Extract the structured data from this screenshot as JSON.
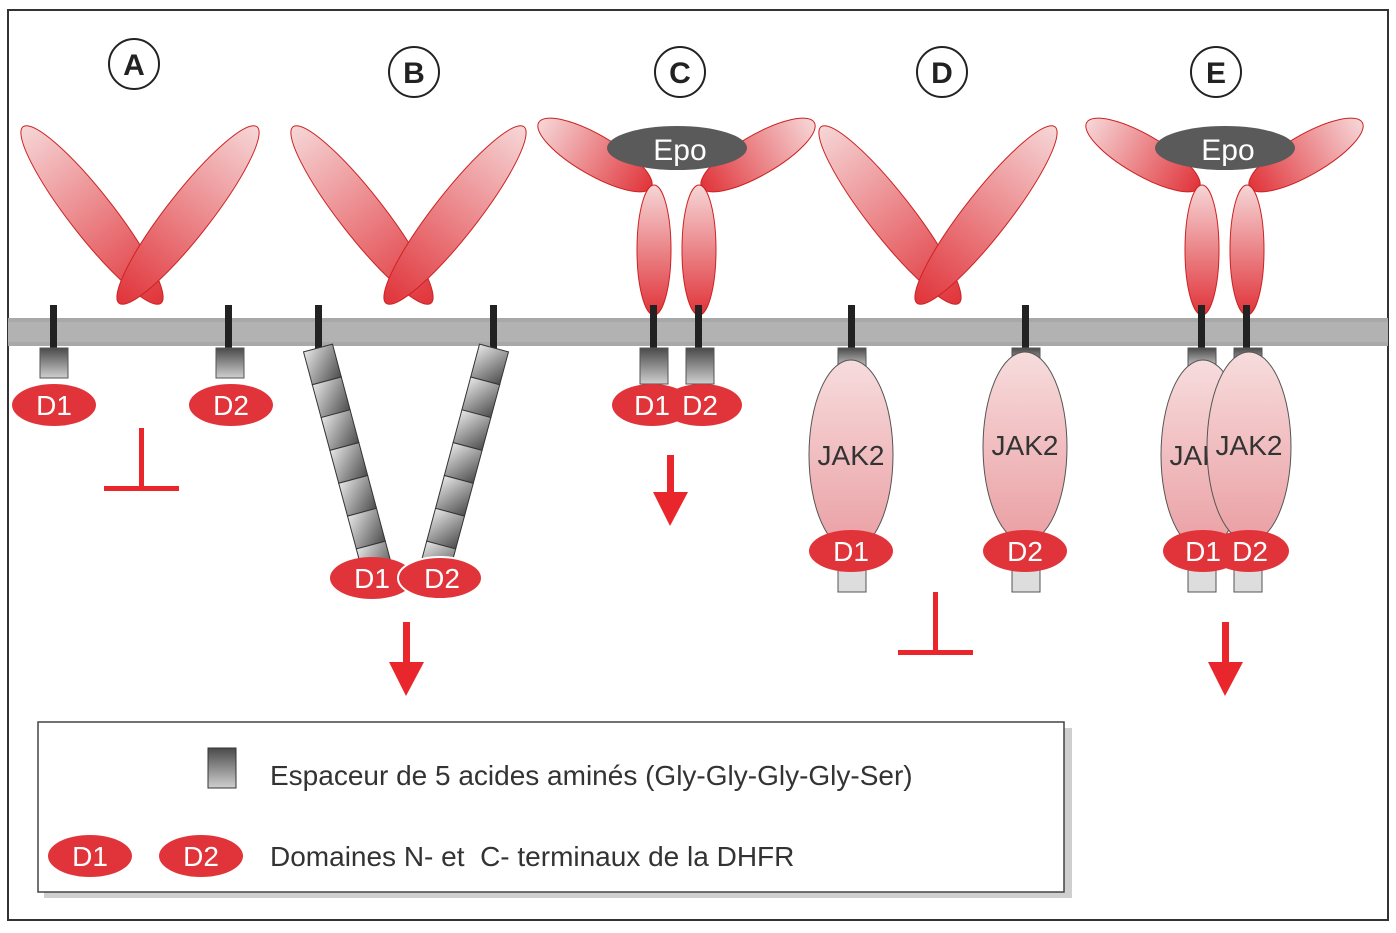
{
  "panels": [
    {
      "letter": "A",
      "ligand": "",
      "d1": "D1",
      "d2": "D2",
      "outcome": "blocked"
    },
    {
      "letter": "B",
      "ligand": "",
      "d1": "D1",
      "d2": "D2",
      "outcome": "signal"
    },
    {
      "letter": "C",
      "ligand": "Epo",
      "d1": "D1",
      "d2": "D2",
      "outcome": "signal"
    },
    {
      "letter": "D",
      "ligand": "",
      "d1": "D1",
      "d2": "D2",
      "jak_left": "JAK2",
      "jak_right": "JAK2",
      "outcome": "blocked"
    },
    {
      "letter": "E",
      "ligand": "Epo",
      "d1": "D1",
      "d2": "D2",
      "jak_left": "JAK2",
      "jak_right": "JAK2",
      "outcome": "signal"
    }
  ],
  "legend": {
    "spacer_text": "Espaceur de 5 acides aminés (Gly-Gly-Gly-Gly-Ser)",
    "domain_d1": "D1",
    "domain_d2": "D2",
    "domain_text": "Domaines N- et  C- terminaux de la DHFR"
  },
  "colors": {
    "receptor_red": "#e0343a",
    "receptor_light": "#f3c9cb",
    "membrane": "#a8a8a8",
    "spacer": "#6e6e6e",
    "epo": "#5a5a5a",
    "jak": "#f2c2c4",
    "arrow": "#e8262b"
  }
}
